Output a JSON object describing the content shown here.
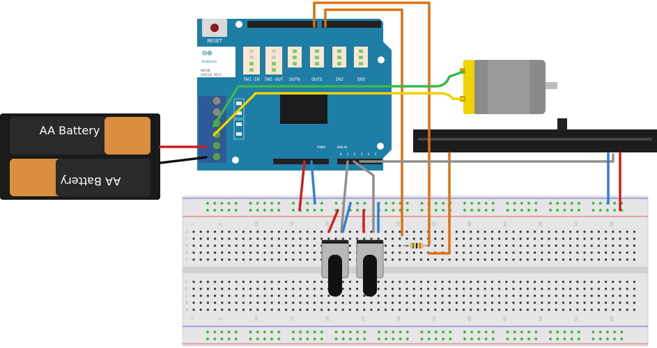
{
  "battery_pack": {
    "cells": [
      {
        "label": "AA Battery"
      },
      {
        "label": "AA Battery"
      }
    ],
    "case_color": "#1a1a1a",
    "cell_color": "#d98f3e"
  },
  "shield": {
    "reset_label": "RESET",
    "logo_text": "Arduino",
    "board_name_line1": "MOTOR",
    "board_name_line2": "SHIELD REV3",
    "connectors": [
      {
        "label": "TWI-IN"
      },
      {
        "label": "TWI-OUT"
      },
      {
        "label": "OUT6"
      },
      {
        "label": "OUT5"
      },
      {
        "label": "IN2"
      },
      {
        "label": "IN3"
      }
    ],
    "power_label": "POWER",
    "analog_label": "ANALOG",
    "analog_pins": [
      "0",
      "1",
      "2",
      "3",
      "4",
      "5"
    ],
    "color": "#1f7ea6"
  },
  "breadboard": {
    "column_numbers": [
      "1",
      "5",
      "10",
      "15",
      "20",
      "25",
      "30",
      "35",
      "40",
      "45",
      "50",
      "55",
      "60"
    ],
    "row_letters_top": [
      "J",
      "I",
      "H",
      "G",
      "F"
    ],
    "row_letters_bottom": [
      "E",
      "D",
      "C",
      "B",
      "A"
    ]
  },
  "wire_colors": {
    "orange": "#e0700f",
    "green": "#3cb84a",
    "yellow": "#f0d000",
    "red": "#cc1e1e",
    "black": "#111111",
    "blue": "#2f7fd6",
    "grey": "#8f8f8f"
  }
}
